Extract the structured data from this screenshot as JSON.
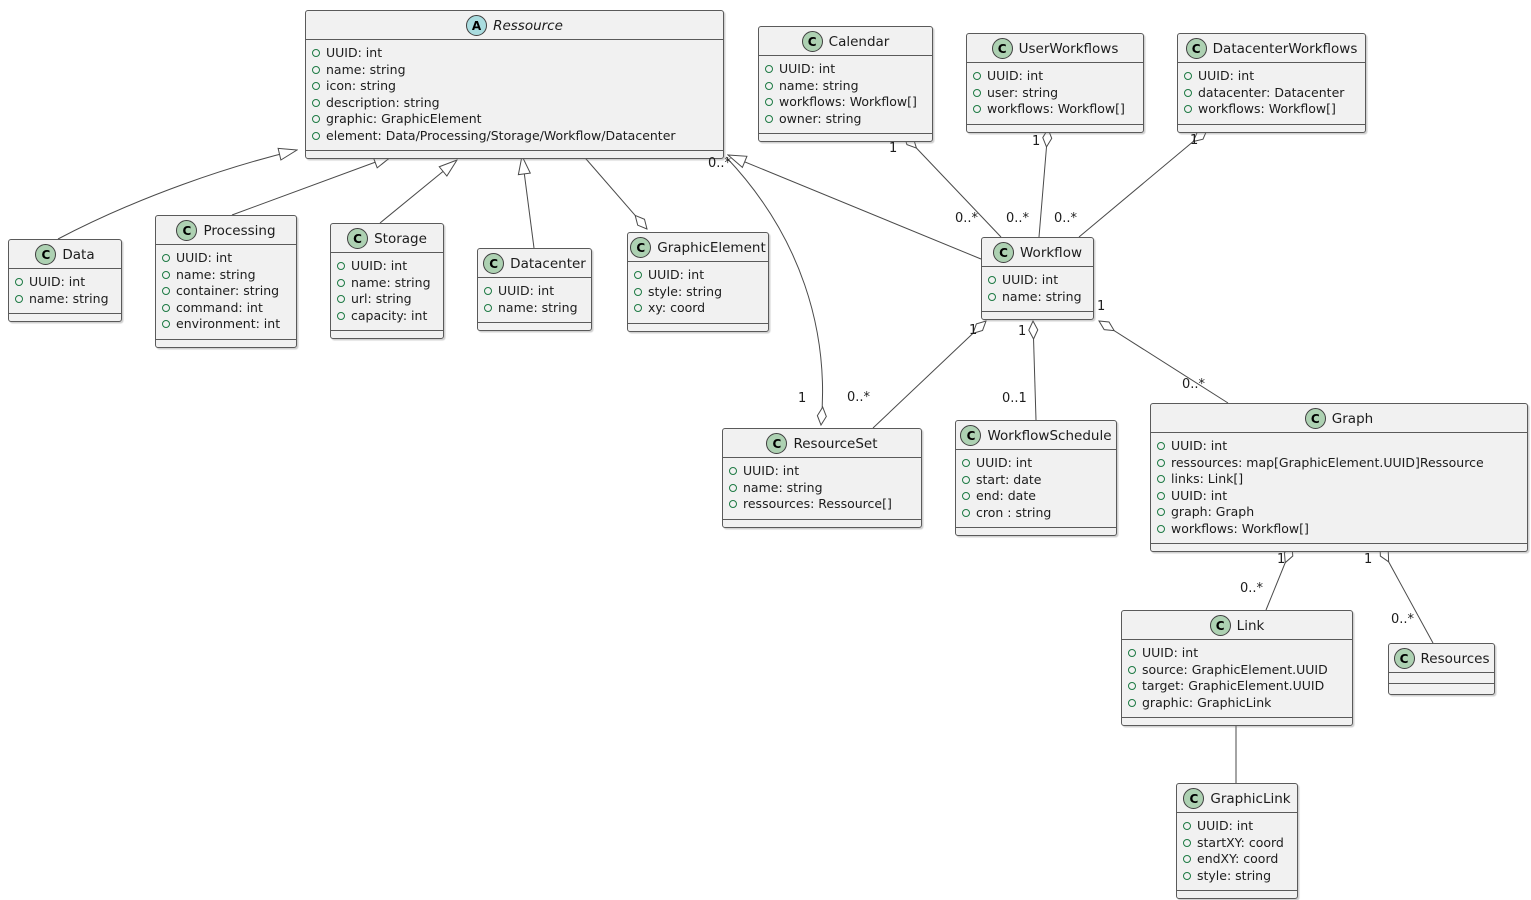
{
  "diagram": {
    "kind": "uml-class-diagram",
    "colors": {
      "background": "#FFFFFF",
      "box_fill": "#F1F1F1",
      "box_border": "#5A5A5A",
      "line": "#4A4A4A",
      "class_icon_fill": "#ADD1B2",
      "abstract_icon_fill": "#A9DCDF",
      "field_dot": "#1D7A43"
    }
  },
  "classes": [
    {
      "id": "ressource",
      "stereotype": "abstract",
      "icon_letter": "A",
      "name": "Ressource",
      "attrs": [
        "UUID: int",
        "name: string",
        "icon: string",
        "description: string",
        "graphic: GraphicElement",
        "element: Data/Processing/Storage/Workflow/Datacenter"
      ]
    },
    {
      "id": "calendar",
      "stereotype": "class",
      "icon_letter": "C",
      "name": "Calendar",
      "attrs": [
        "UUID: int",
        "name: string",
        "workflows: Workflow[]",
        "owner: string"
      ]
    },
    {
      "id": "userworkflows",
      "stereotype": "class",
      "icon_letter": "C",
      "name": "UserWorkflows",
      "attrs": [
        "UUID: int",
        "user: string",
        "workflows: Workflow[]"
      ]
    },
    {
      "id": "datacenterworkflows",
      "stereotype": "class",
      "icon_letter": "C",
      "name": "DatacenterWorkflows",
      "attrs": [
        "UUID: int",
        "datacenter: Datacenter",
        "workflows: Workflow[]"
      ]
    },
    {
      "id": "data",
      "stereotype": "class",
      "icon_letter": "C",
      "name": "Data",
      "attrs": [
        "UUID: int",
        "name: string"
      ]
    },
    {
      "id": "processing",
      "stereotype": "class",
      "icon_letter": "C",
      "name": "Processing",
      "attrs": [
        "UUID: int",
        "name: string",
        "container: string",
        "command: int",
        "environment: int"
      ]
    },
    {
      "id": "storage",
      "stereotype": "class",
      "icon_letter": "C",
      "name": "Storage",
      "attrs": [
        "UUID: int",
        "name: string",
        "url: string",
        "capacity: int"
      ]
    },
    {
      "id": "datacenter",
      "stereotype": "class",
      "icon_letter": "C",
      "name": "Datacenter",
      "attrs": [
        "UUID: int",
        "name: string"
      ]
    },
    {
      "id": "graphicelement",
      "stereotype": "class",
      "icon_letter": "C",
      "name": "GraphicElement",
      "attrs": [
        "UUID: int",
        "style: string",
        "xy: coord"
      ]
    },
    {
      "id": "workflow",
      "stereotype": "class",
      "icon_letter": "C",
      "name": "Workflow",
      "attrs": [
        "UUID: int",
        "name: string"
      ]
    },
    {
      "id": "resourceset",
      "stereotype": "class",
      "icon_letter": "C",
      "name": "ResourceSet",
      "attrs": [
        "UUID: int",
        "name: string",
        "ressources: Ressource[]"
      ]
    },
    {
      "id": "workflowschedule",
      "stereotype": "class",
      "icon_letter": "C",
      "name": "WorkflowSchedule",
      "attrs": [
        "UUID: int",
        "start: date",
        "end: date",
        "cron : string"
      ]
    },
    {
      "id": "graph",
      "stereotype": "class",
      "icon_letter": "C",
      "name": "Graph",
      "attrs": [
        "UUID: int",
        "ressources: map[GraphicElement.UUID]Ressource",
        "links: Link[]",
        "UUID: int",
        "graph: Graph",
        "workflows: Workflow[]"
      ]
    },
    {
      "id": "link",
      "stereotype": "class",
      "icon_letter": "C",
      "name": "Link",
      "attrs": [
        "UUID: int",
        "source: GraphicElement.UUID",
        "target: GraphicElement.UUID",
        "graphic: GraphicLink"
      ]
    },
    {
      "id": "resources",
      "stereotype": "class",
      "icon_letter": "C",
      "name": "Resources",
      "attrs": []
    },
    {
      "id": "graphiclink",
      "stereotype": "class",
      "icon_letter": "C",
      "name": "GraphicLink",
      "attrs": [
        "UUID: int",
        "startXY: coord",
        "endXY: coord",
        "style: string"
      ]
    }
  ],
  "relationships": [
    {
      "from": "Data",
      "to": "Ressource",
      "type": "extends"
    },
    {
      "from": "Processing",
      "to": "Ressource",
      "type": "extends"
    },
    {
      "from": "Storage",
      "to": "Ressource",
      "type": "extends"
    },
    {
      "from": "Datacenter",
      "to": "Ressource",
      "type": "extends"
    },
    {
      "from": "Workflow",
      "to": "Ressource",
      "type": "extends"
    },
    {
      "from": "Ressource",
      "to": "GraphicElement",
      "type": "aggregation",
      "diamond_at": "GraphicElement"
    },
    {
      "from": "Calendar",
      "to": "Workflow",
      "type": "aggregation",
      "diamond_at": "Calendar",
      "from_label": "1",
      "to_label": "0..*"
    },
    {
      "from": "UserWorkflows",
      "to": "Workflow",
      "type": "aggregation",
      "diamond_at": "UserWorkflows",
      "from_label": "1",
      "to_label": "0..*"
    },
    {
      "from": "DatacenterWorkflows",
      "to": "Workflow",
      "type": "aggregation",
      "diamond_at": "DatacenterWorkflows",
      "from_label": "1",
      "to_label": "0..*"
    },
    {
      "from": "ResourceSet",
      "to": "Ressource",
      "type": "aggregation",
      "diamond_at": "ResourceSet",
      "from_label": "1",
      "to_label": "0..*"
    },
    {
      "from": "Workflow",
      "to": "ResourceSet",
      "type": "aggregation",
      "diamond_at": "Workflow",
      "from_label": "1",
      "to_label": "0..*"
    },
    {
      "from": "Workflow",
      "to": "WorkflowSchedule",
      "type": "aggregation",
      "diamond_at": "Workflow",
      "from_label": "1",
      "to_label": "0..1"
    },
    {
      "from": "Workflow",
      "to": "Graph",
      "type": "aggregation",
      "diamond_at": "Workflow",
      "from_label": "1",
      "to_label": "0..*"
    },
    {
      "from": "Graph",
      "to": "Link",
      "type": "aggregation",
      "diamond_at": "Graph",
      "from_label": "1",
      "to_label": "0..*"
    },
    {
      "from": "Graph",
      "to": "Resources",
      "type": "aggregation",
      "diamond_at": "Graph",
      "from_label": "1",
      "to_label": "0..*"
    },
    {
      "from": "Link",
      "to": "GraphicLink",
      "type": "association"
    }
  ]
}
